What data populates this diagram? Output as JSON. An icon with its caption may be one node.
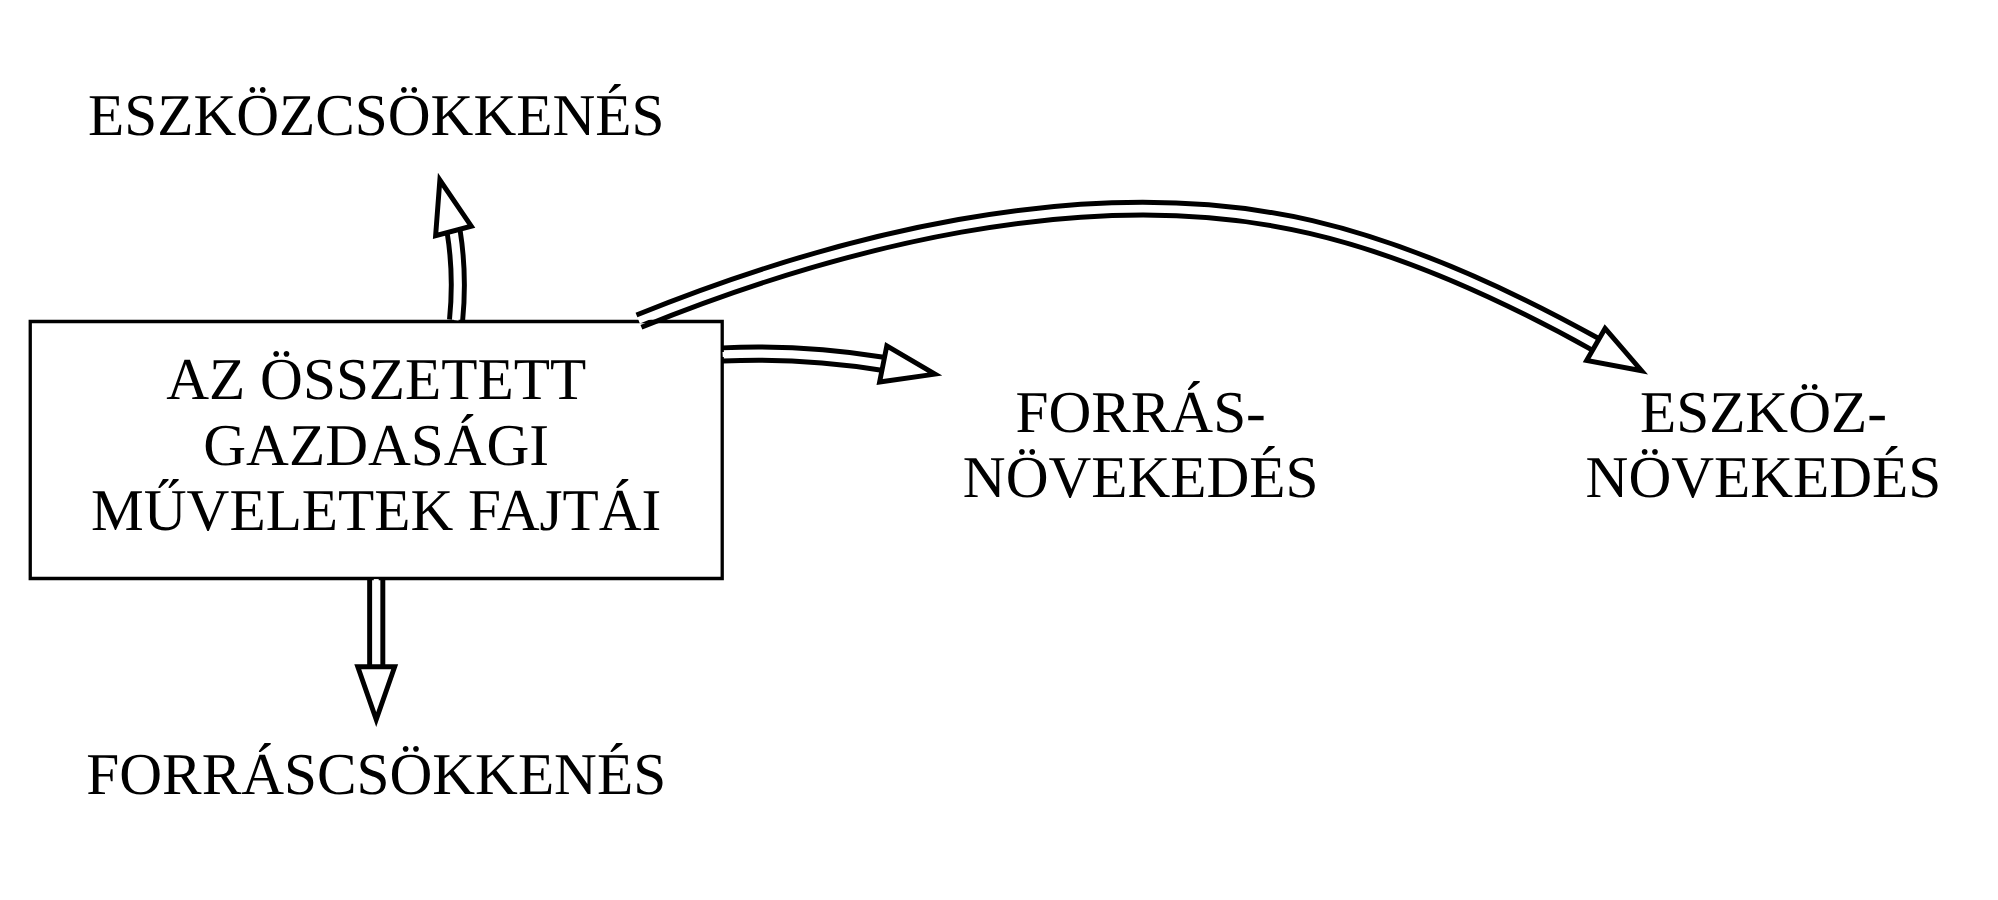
{
  "diagram": {
    "nodes": [
      {
        "text": [
          "AZ ÖSSZETETT GAZDASÁGI MŰVELETEK FAJTÁI"
        ]
      },
      {
        "text": [
          "ESZKÖZCSÖKKENÉS"
        ]
      },
      {
        "text": [
          "ESZKÖZ- NÖVEKEDÉS"
        ]
      },
      {
        "text": [
          "FORRÁS- NÖVEKEDÉS"
        ]
      },
      {
        "text": [
          "FORRÁSCSÖKKENÉS"
        ]
      }
    ],
    "edges": [
      {
        "from": 0,
        "to": 1,
        "arrow": "to"
      },
      {
        "from": 0,
        "to": 2,
        "arrow": "to"
      },
      {
        "from": 0,
        "to": 3,
        "arrow": "to"
      },
      {
        "from": 0,
        "to": 4,
        "arrow": "to"
      }
    ]
  }
}
